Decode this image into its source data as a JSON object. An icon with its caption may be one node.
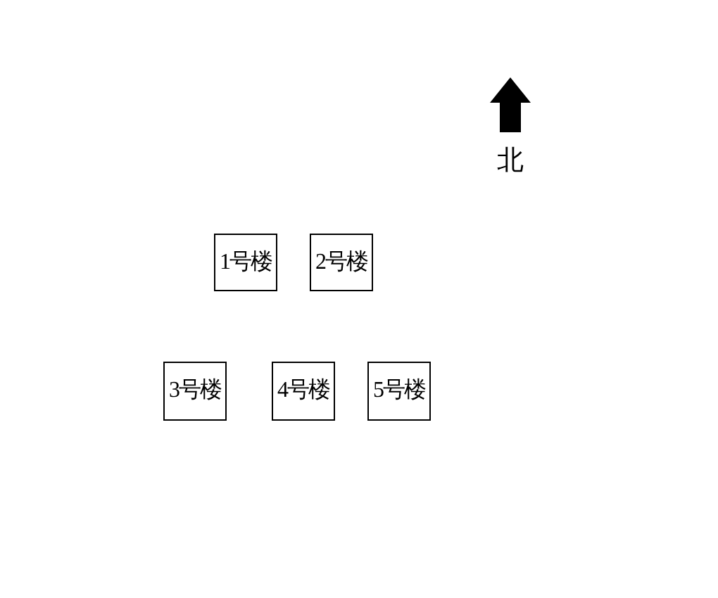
{
  "diagram": {
    "nodes": [
      {
        "text": [
          "1号楼"
        ]
      },
      {
        "text": [
          "2号楼"
        ]
      },
      {
        "text": [
          "3号楼"
        ]
      },
      {
        "text": [
          "4号楼"
        ]
      },
      {
        "text": [
          "5号楼"
        ]
      }
    ],
    "labels": [
      "北"
    ]
  }
}
